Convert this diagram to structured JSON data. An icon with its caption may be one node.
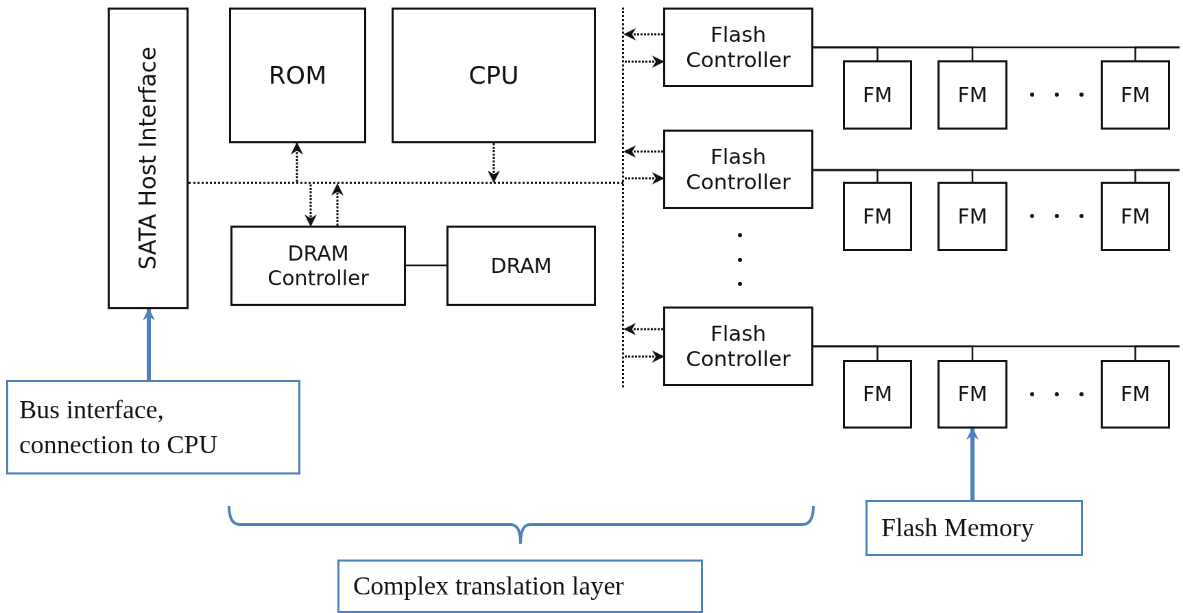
{
  "diagram": {
    "nodes": [
      {
        "text": [
          "SATA Host Interface"
        ]
      },
      {
        "text": [
          "ROM"
        ]
      },
      {
        "text": [
          "CPU"
        ]
      },
      {
        "text": [],
        "shape": "bar"
      },
      {
        "text": [
          "DRAM Controller"
        ]
      },
      {
        "text": [
          "DRAM"
        ]
      },
      {
        "text": [],
        "shape": "bar"
      },
      {
        "text": [
          "Flash Controller"
        ]
      },
      {
        "text": [
          "FM"
        ]
      },
      {
        "text": [
          "FM"
        ]
      },
      {
        "text": [
          "FM"
        ]
      },
      {
        "text": [
          "Flash Controller"
        ]
      },
      {
        "text": [
          "FM"
        ]
      },
      {
        "text": [
          "FM"
        ]
      },
      {
        "text": [
          "FM"
        ]
      },
      {
        "text": [
          "Flash Controller"
        ]
      },
      {
        "text": [
          "FM"
        ]
      },
      {
        "text": [
          "FM"
        ]
      },
      {
        "text": [
          "FM"
        ]
      },
      {
        "text": [
          "Bus interface, connection to CPU"
        ]
      },
      {
        "text": [
          "Flash Memory"
        ]
      },
      {
        "text": [
          "Complex translation layer"
        ]
      }
    ],
    "edges": [
      {
        "from": 3,
        "to": 1,
        "arrow": "to",
        "style": "dashed"
      },
      {
        "from": 2,
        "to": 3,
        "arrow": "to",
        "style": "dashed"
      },
      {
        "from": 3,
        "to": 4,
        "arrow": "to",
        "style": "dashed"
      },
      {
        "from": 4,
        "to": 3,
        "arrow": "to",
        "style": "dashed"
      },
      {
        "from": 4,
        "to": 5,
        "arrow": "none"
      },
      {
        "from": 7,
        "to": 6,
        "arrow": "to",
        "style": "dashed"
      },
      {
        "from": 6,
        "to": 7,
        "arrow": "to",
        "style": "dashed"
      },
      {
        "from": 11,
        "to": 6,
        "arrow": "to",
        "style": "dashed"
      },
      {
        "from": 6,
        "to": 11,
        "arrow": "to",
        "style": "dashed"
      },
      {
        "from": 15,
        "to": 6,
        "arrow": "to",
        "style": "dashed"
      },
      {
        "from": 6,
        "to": 15,
        "arrow": "to",
        "style": "dashed"
      },
      {
        "from": 7,
        "to": 8,
        "arrow": "none"
      },
      {
        "from": 7,
        "to": 9,
        "arrow": "none"
      },
      {
        "from": 7,
        "to": 10,
        "arrow": "none"
      },
      {
        "from": 11,
        "to": 12,
        "arrow": "none"
      },
      {
        "from": 11,
        "to": 13,
        "arrow": "none"
      },
      {
        "from": 11,
        "to": 14,
        "arrow": "none"
      },
      {
        "from": 15,
        "to": 16,
        "arrow": "none"
      },
      {
        "from": 15,
        "to": 17,
        "arrow": "none"
      },
      {
        "from": 15,
        "to": 18,
        "arrow": "none"
      },
      {
        "from": 19,
        "to": 0,
        "arrow": "to",
        "style": "thick",
        "color": "#4f81bd"
      },
      {
        "from": 20,
        "to": 17,
        "arrow": "to",
        "style": "thick",
        "color": "#4f81bd"
      }
    ]
  }
}
